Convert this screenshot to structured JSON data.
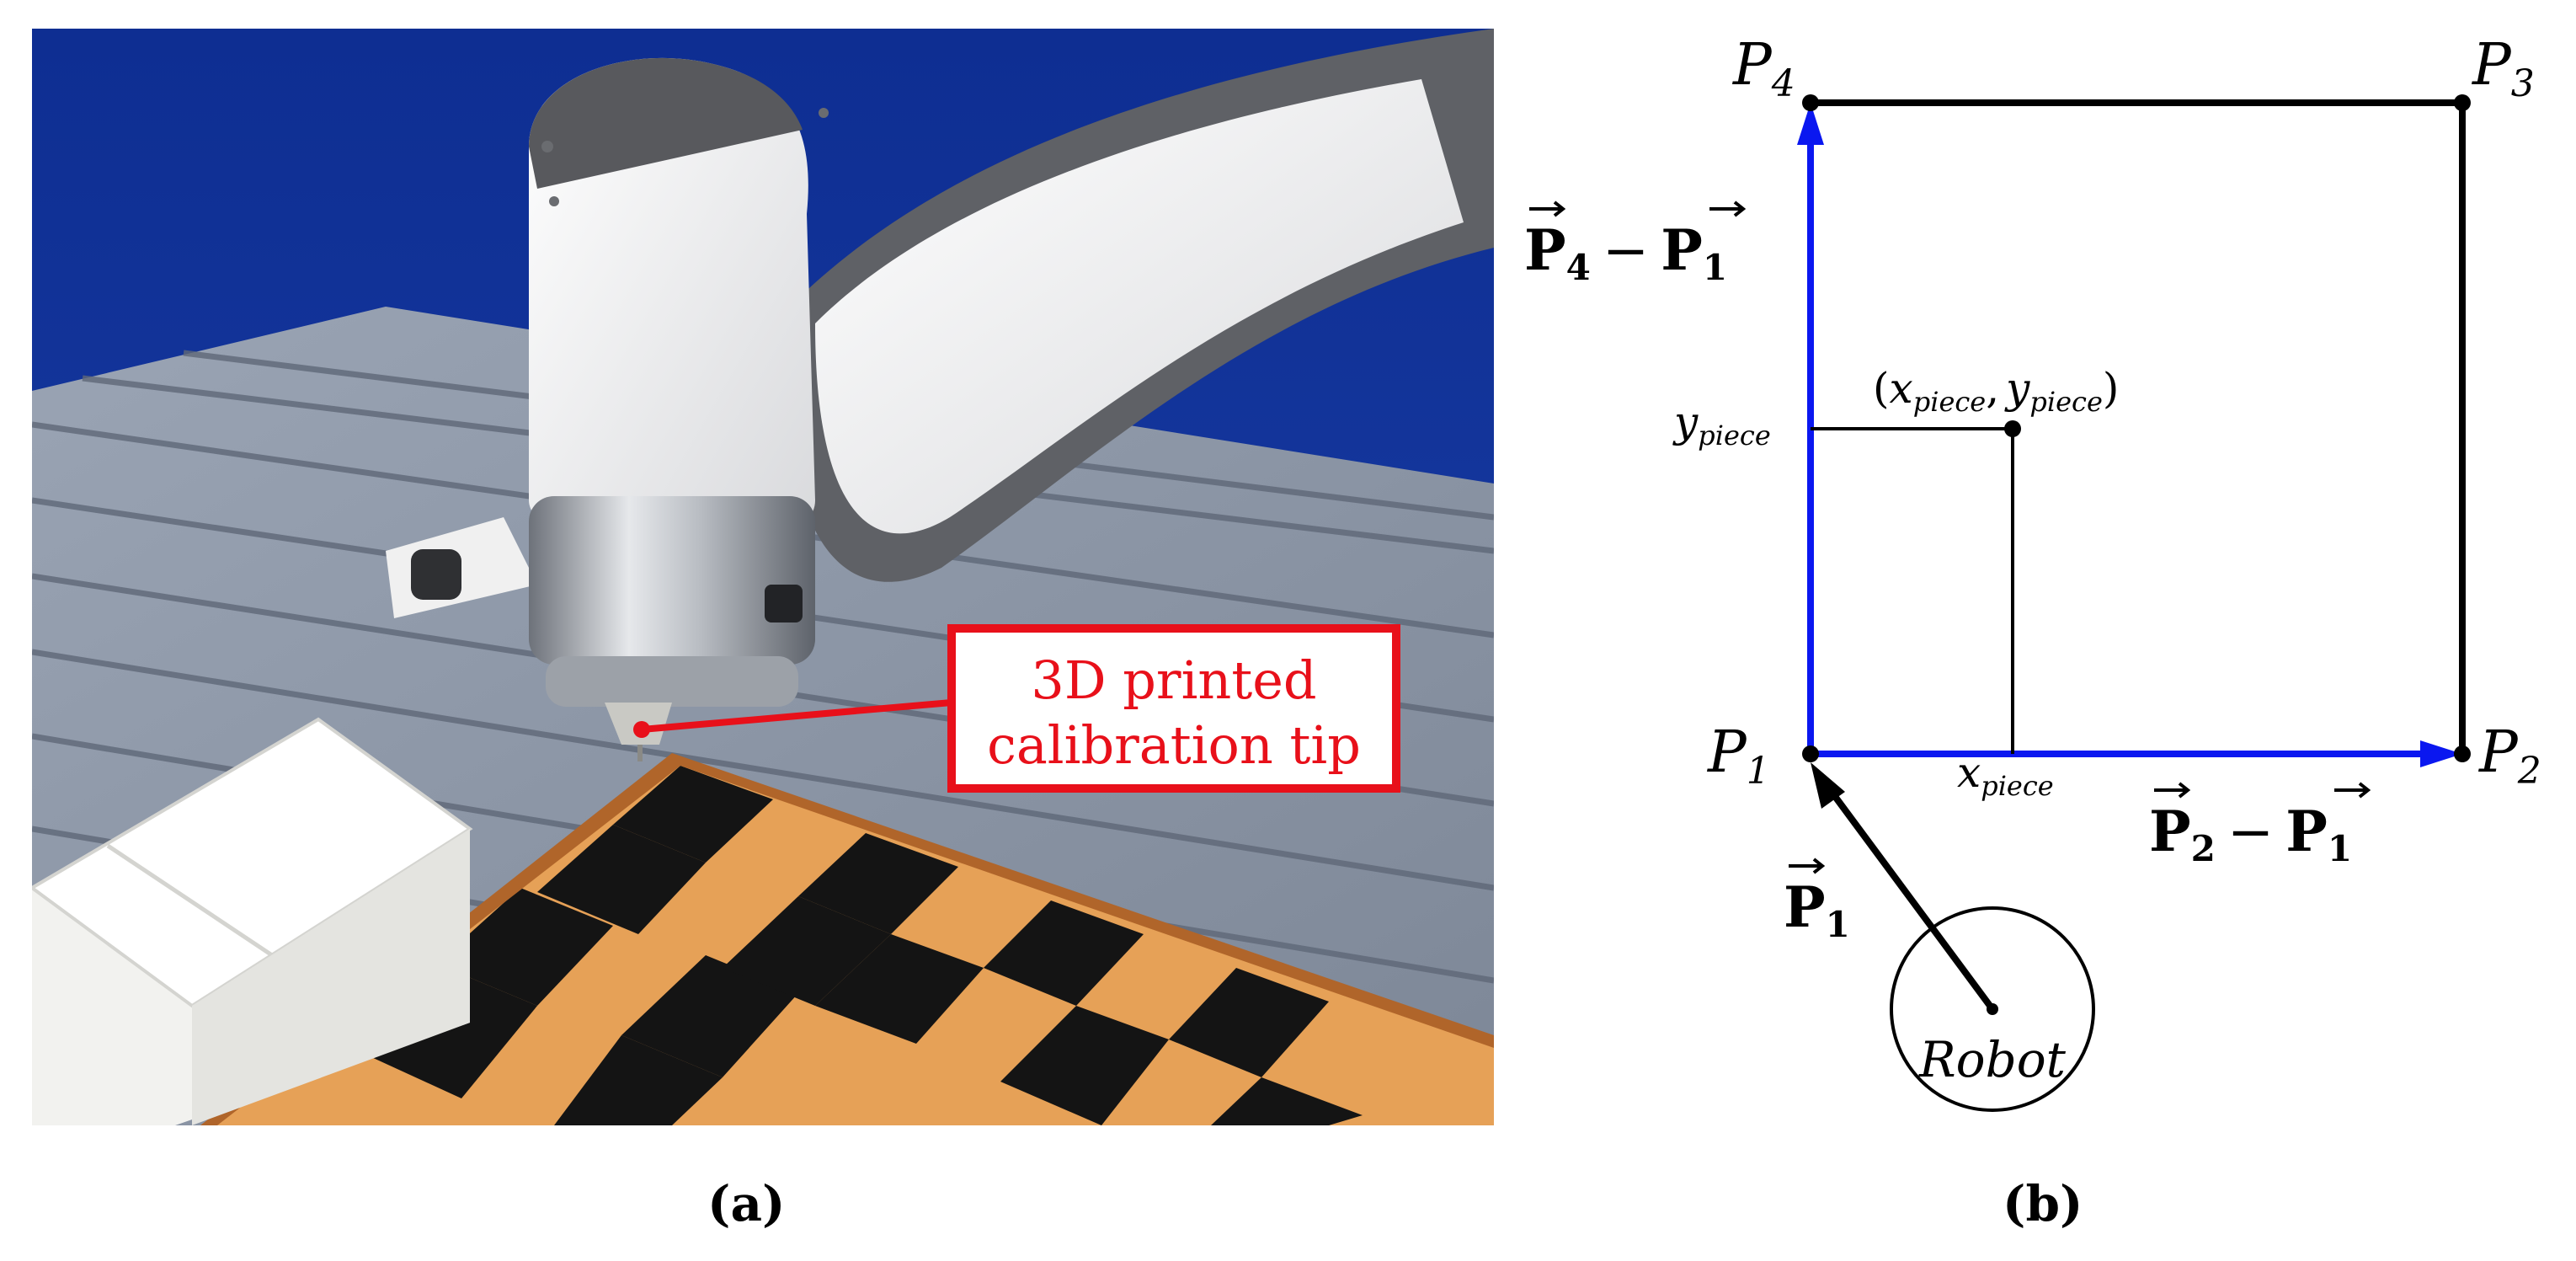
{
  "panel_a": {
    "label": "(a)",
    "callout_line1": "3D printed",
    "callout_line2": "calibration tip",
    "callout_color": "#e8101a"
  },
  "panel_b": {
    "label": "(b)",
    "points": {
      "p1": {
        "base": "P",
        "sub": "1"
      },
      "p2": {
        "base": "P",
        "sub": "2"
      },
      "p3": {
        "base": "P",
        "sub": "3"
      },
      "p4": {
        "base": "P",
        "sub": "4"
      }
    },
    "vectors": {
      "v41": {
        "a": "P",
        "a_sub": "4",
        "op": "−",
        "b": "P",
        "b_sub": "1"
      },
      "v21": {
        "a": "P",
        "a_sub": "2",
        "op": "−",
        "b": "P",
        "b_sub": "1"
      },
      "v1": {
        "a": "P",
        "a_sub": "1"
      }
    },
    "piece": {
      "x_base": "x",
      "x_sub": "piece",
      "y_base": "y",
      "y_sub": "piece",
      "coord_open": "(",
      "coord_sep": ",",
      "coord_close": ")"
    },
    "robot_label": "Robot",
    "colors": {
      "axis": "#0a17f0",
      "frame": "#000000"
    }
  }
}
